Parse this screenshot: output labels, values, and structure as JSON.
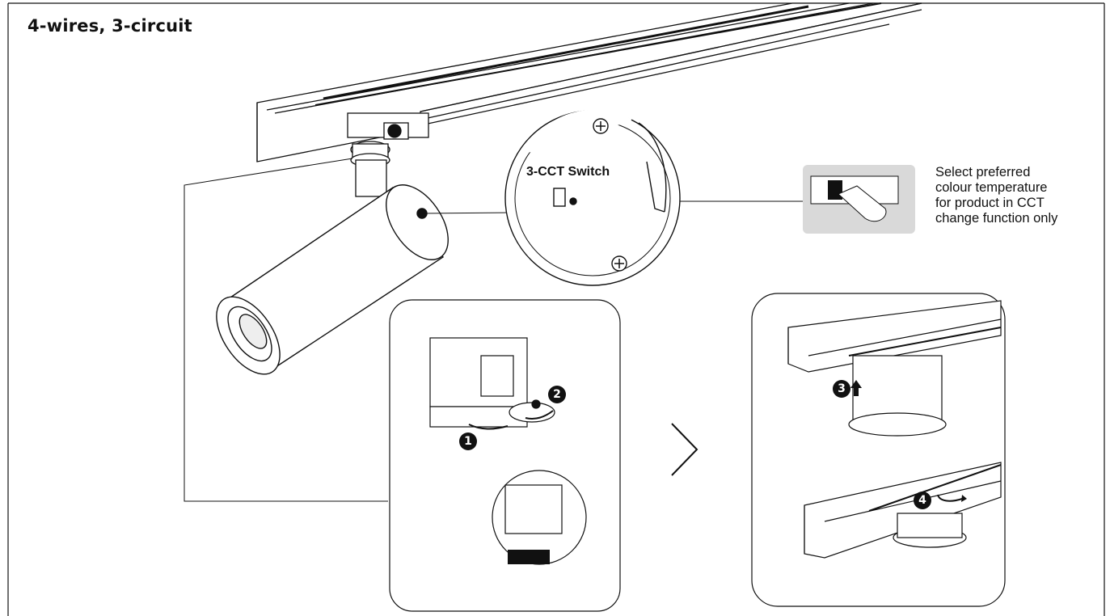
{
  "title": "4-wires, 3-circuit",
  "switch_label": "3-CCT Switch",
  "note_lines": [
    "Select preferred",
    "colour temperature",
    "for product in CCT",
    "change function only"
  ],
  "steps": [
    "1",
    "2",
    "3",
    "4"
  ],
  "colors": {
    "line": "#111111",
    "panel_grey": "#d9d9d9",
    "background": "#ffffff"
  },
  "icons": [
    "next-chevron-icon",
    "rotate-arrow-icon",
    "up-arrow-icon",
    "slide-arrow-icon",
    "screw-icon"
  ]
}
